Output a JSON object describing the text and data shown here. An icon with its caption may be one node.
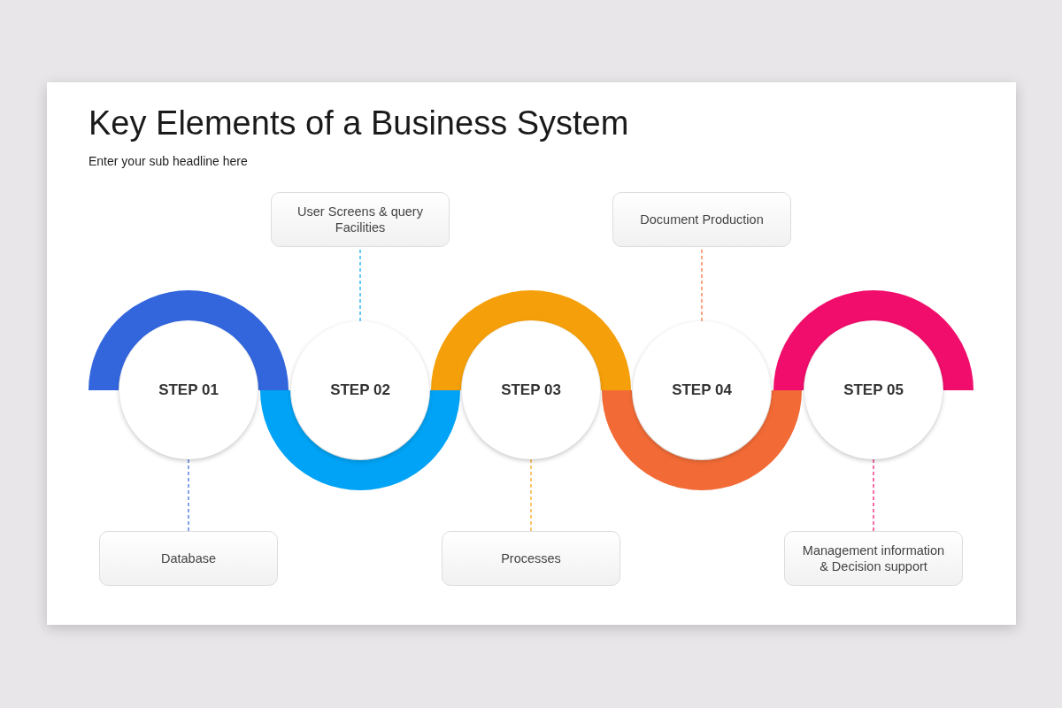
{
  "diagram": {
    "title": "Key Elements of a Business System",
    "caption": "Enter your sub headline here",
    "nodes": [
      {
        "text": [
          "STEP 01"
        ]
      },
      {
        "text": [
          "STEP 02"
        ]
      },
      {
        "text": [
          "STEP 03"
        ]
      },
      {
        "text": [
          "STEP 04"
        ]
      },
      {
        "text": [
          "STEP 05"
        ]
      },
      {
        "text": [
          "Database"
        ]
      },
      {
        "text": [
          "User Screens & query Facilities"
        ]
      },
      {
        "text": [
          "Processes"
        ]
      },
      {
        "text": [
          "Document Production"
        ]
      },
      {
        "text": [
          "Management information & Decision support"
        ]
      }
    ],
    "edges": [
      {
        "from": 0,
        "to": 5,
        "arrow": "none",
        "style": "dashed",
        "color": "#3366dd"
      },
      {
        "from": 1,
        "to": 6,
        "arrow": "none",
        "style": "dashed",
        "color": "#00a3f5"
      },
      {
        "from": 2,
        "to": 7,
        "arrow": "none",
        "style": "dashed",
        "color": "#f5a00a"
      },
      {
        "from": 3,
        "to": 8,
        "arrow": "none",
        "style": "dashed",
        "color": "#f26b36"
      },
      {
        "from": 4,
        "to": 9,
        "arrow": "none",
        "style": "dashed",
        "color": "#f00d6b"
      }
    ]
  }
}
